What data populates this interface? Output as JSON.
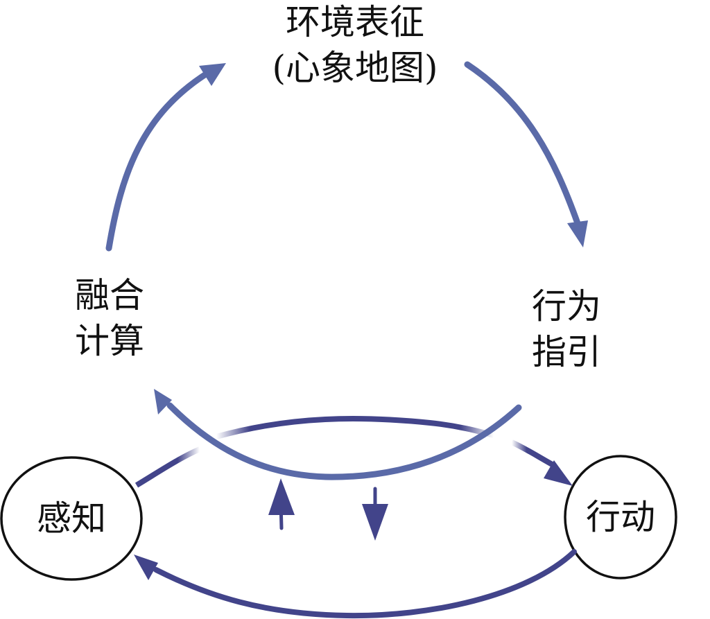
{
  "diagram": {
    "type": "cycle-diagram",
    "nodes": {
      "representation": {
        "line1": "环境表征",
        "line2": "(心象地图)"
      },
      "fusion": {
        "line1": "融合",
        "line2": "计算"
      },
      "guidance": {
        "line1": "行为",
        "line2": "指引"
      },
      "perception": {
        "label": "感知"
      },
      "action": {
        "label": "行动"
      }
    },
    "edges": [
      {
        "from": "融合计算",
        "to": "环境表征(心象地图)"
      },
      {
        "from": "环境表征(心象地图)",
        "to": "行为指引"
      },
      {
        "from": "行为指引",
        "to": "融合计算"
      },
      {
        "from": "感知",
        "to": "行动"
      },
      {
        "from": "行动",
        "to": "感知"
      },
      {
        "from": "感知-行动 loop",
        "to": "行为指引-融合计算 arc",
        "direction": "up"
      },
      {
        "from": "行为指引-融合计算 arc",
        "to": "感知-行动 loop",
        "direction": "down"
      }
    ],
    "colors": {
      "upper_arrow": "#5a6aa8",
      "lower_arrow": "#42448a",
      "circle_stroke": "#111111",
      "text": "#111111"
    }
  }
}
